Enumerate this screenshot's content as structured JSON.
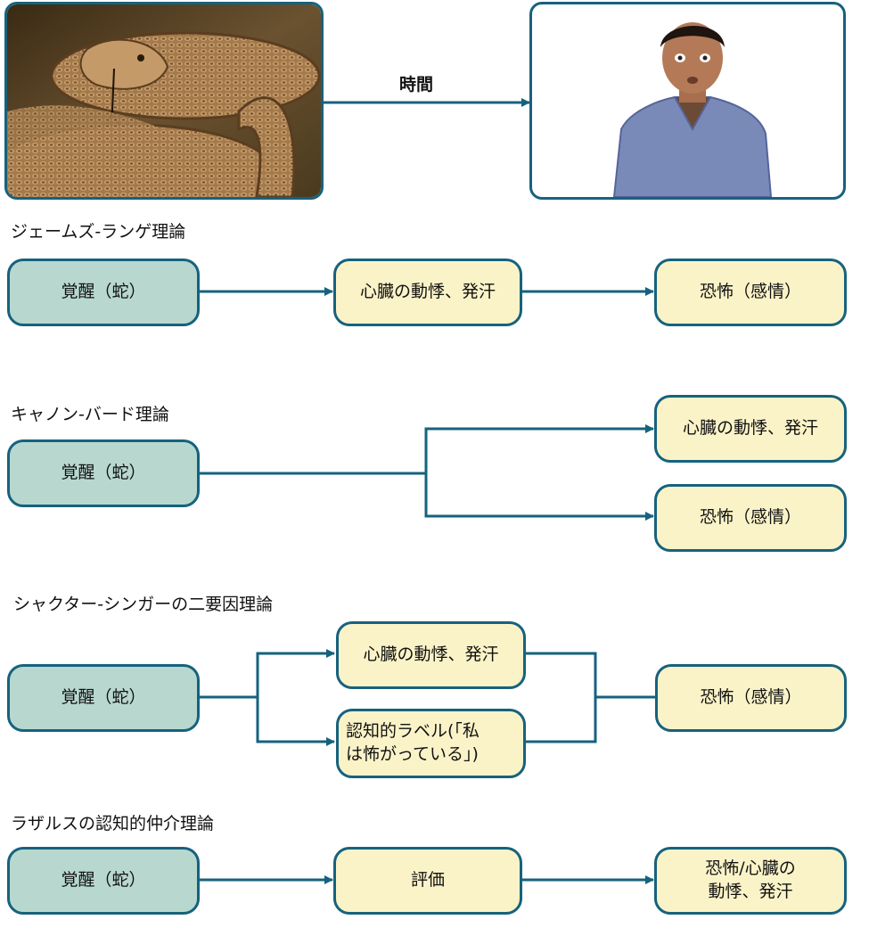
{
  "top": {
    "time_label": "時間",
    "snake_image": "rattlesnake-photo",
    "person_image": "frightened-man-photo"
  },
  "colors": {
    "stroke": "#16627e",
    "arousal_fill": "#b8d8cf",
    "response_fill": "#fbf3c8"
  },
  "james_lange": {
    "title": "ジェームズ-ランゲ理論",
    "arousal": "覚醒（蛇）",
    "physiology": "心臓の動悸、発汗",
    "emotion": "恐怖（感情）"
  },
  "cannon_bard": {
    "title": "キャノン-バード理論",
    "arousal": "覚醒（蛇）",
    "physiology": "心臓の動悸、発汗",
    "emotion": "恐怖（感情）"
  },
  "schachter_singer": {
    "title": "シャクター-シンガーの二要因理論",
    "arousal": "覚醒（蛇）",
    "physiology": "心臓の動悸、発汗",
    "label_line1": "認知的ラベル(「私",
    "label_line2": "は怖がっている」)",
    "emotion": "恐怖（感情）"
  },
  "lazarus": {
    "title": "ラザルスの認知的仲介理論",
    "arousal": "覚醒（蛇）",
    "appraisal": "評価",
    "emotion_line1": "恐怖/心臓の",
    "emotion_line2": "動悸、発汗"
  }
}
